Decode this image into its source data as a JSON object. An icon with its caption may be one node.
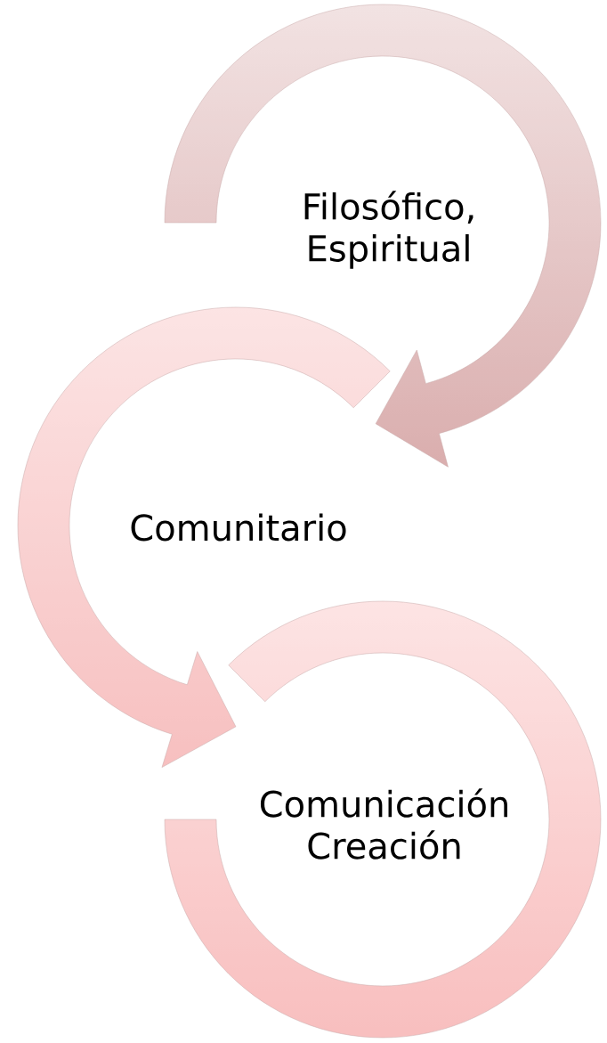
{
  "diagram": {
    "nodes": [
      {
        "text": [
          "Filosófico, Espiritual"
        ]
      },
      {
        "text": [
          "Comunitario"
        ]
      },
      {
        "text": [
          "Comunicación Creación"
        ]
      }
    ],
    "edges": [
      {
        "from": 0,
        "to": 2,
        "arrow": "to"
      }
    ]
  }
}
